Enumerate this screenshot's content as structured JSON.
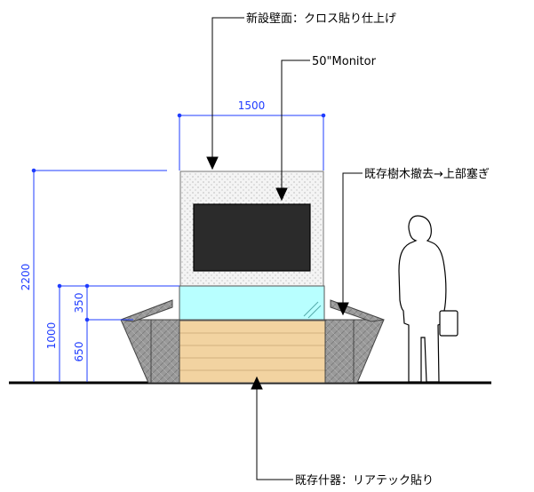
{
  "annotations": {
    "wall_finish": "新設壁面：クロス貼り仕上げ",
    "monitor": "50\"Monitor",
    "tree_removal": "既存樹木撤去→上部塞ぎ",
    "fixture_finish": "既存什器：リアテック貼り"
  },
  "dimensions": {
    "width": "1500",
    "total_height": "2200",
    "lower_height": "1000",
    "upper_band": "350",
    "base_height": "650"
  },
  "colors": {
    "dimension_line": "#1f3cff",
    "ground": "#000000",
    "glass": "#b8ffff",
    "wood": "#f2d3a1",
    "monitor": "#2b2b2b",
    "planter": "#9a9a9a"
  }
}
